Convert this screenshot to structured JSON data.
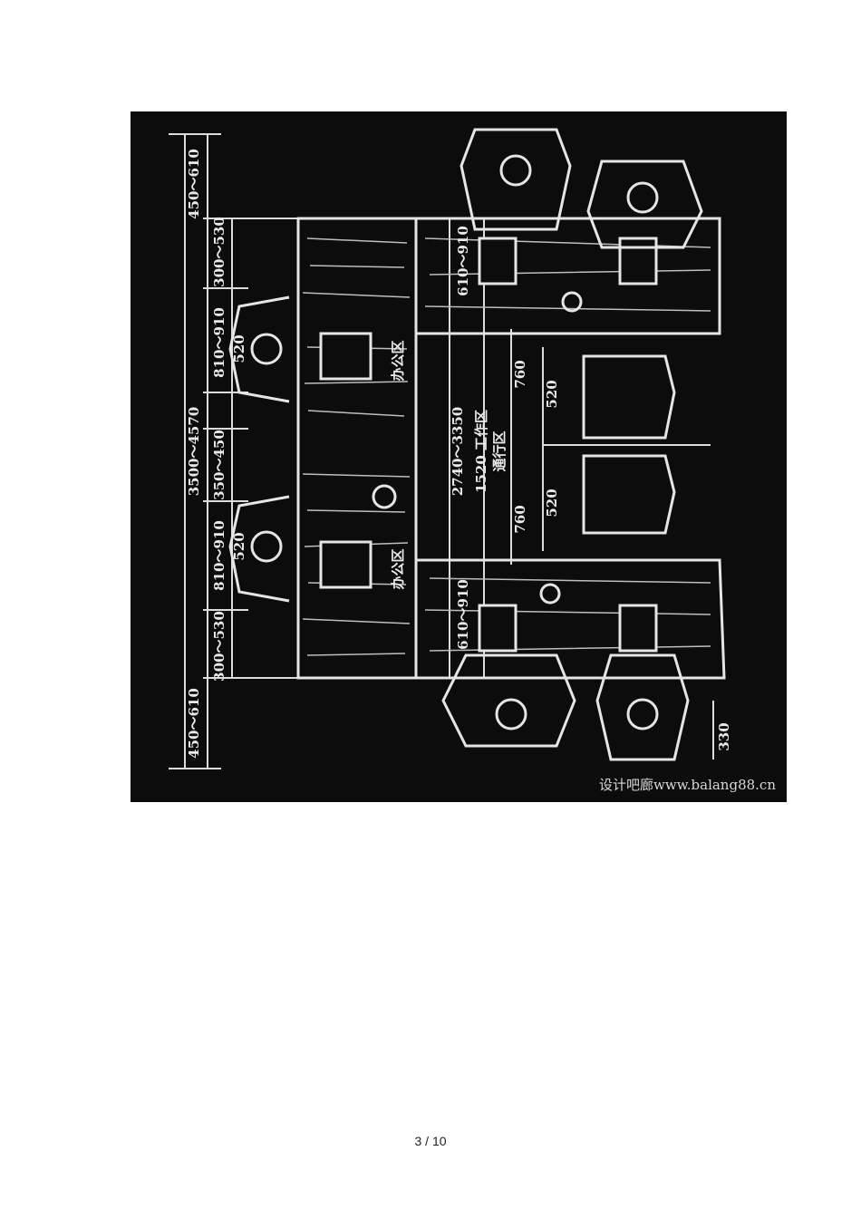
{
  "figure": {
    "description_hidden": "",
    "dimensions": {
      "outer_top": "450～610",
      "outer_bottom": "450～610",
      "left_a": "300～530",
      "left_b": "300～530",
      "desk_depth_a": "810～910",
      "desk_depth_b": "810～910",
      "seat_a": "520",
      "seat_b": "520",
      "between": "350～450",
      "total": "3500～4570",
      "center_total": "2740～3350",
      "work_zone": "1520 工作区",
      "passage": "通行区",
      "passage_760_a": "760",
      "passage_760_b": "760",
      "right_520_a": "520",
      "right_520_b": "520",
      "right_desk_a": "610～910",
      "right_desk_b": "610～910",
      "chair_330": "330"
    },
    "zones": {
      "office_a": "办公区",
      "office_b": "办公区"
    },
    "watermark": "设计吧廊www.balang88.cn"
  },
  "footer": {
    "page_number": "3 / 10"
  }
}
